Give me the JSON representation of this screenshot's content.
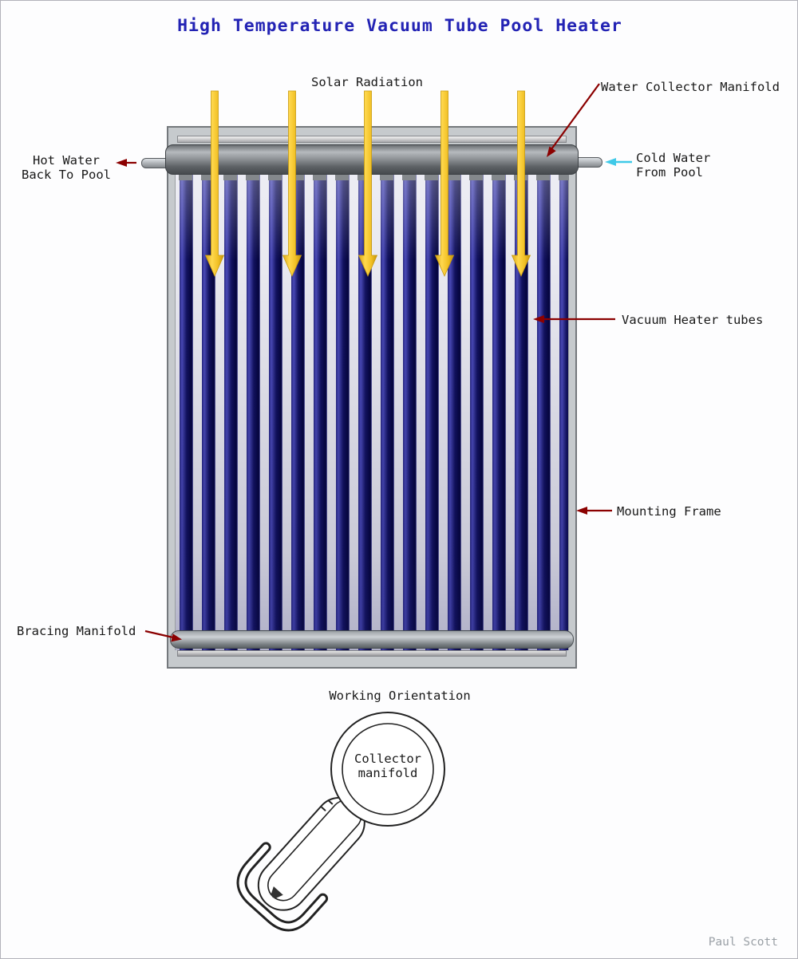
{
  "title": "High Temperature Vacuum Tube Pool Heater",
  "signature": "Paul Scott",
  "labels": {
    "solar_radiation": "Solar Radiation",
    "water_collector_manifold": "Water Collector Manifold",
    "hot_water_1": "Hot Water",
    "hot_water_2": "Back To Pool",
    "cold_water_1": "Cold Water",
    "cold_water_2": "From Pool",
    "vacuum_tubes": "Vacuum Heater tubes",
    "mounting_frame": "Mounting Frame",
    "bracing_manifold": "Bracing Manifold",
    "working_orientation": "Working Orientation",
    "collector_manifold_1": "Collector",
    "collector_manifold_2": "manifold"
  },
  "colors": {
    "title_blue": "#2323b4",
    "annotation_arrow_red": "#8b0000",
    "cold_water_arrow_cyan": "#3fc9e8",
    "solar_arrow_yellow": "#f2c32c",
    "vacuum_tube_navy": "#12125f",
    "frame_gray": "#c6cacd"
  },
  "diagram": {
    "solar_arrow_count": 5,
    "vacuum_tube_count": 18
  }
}
